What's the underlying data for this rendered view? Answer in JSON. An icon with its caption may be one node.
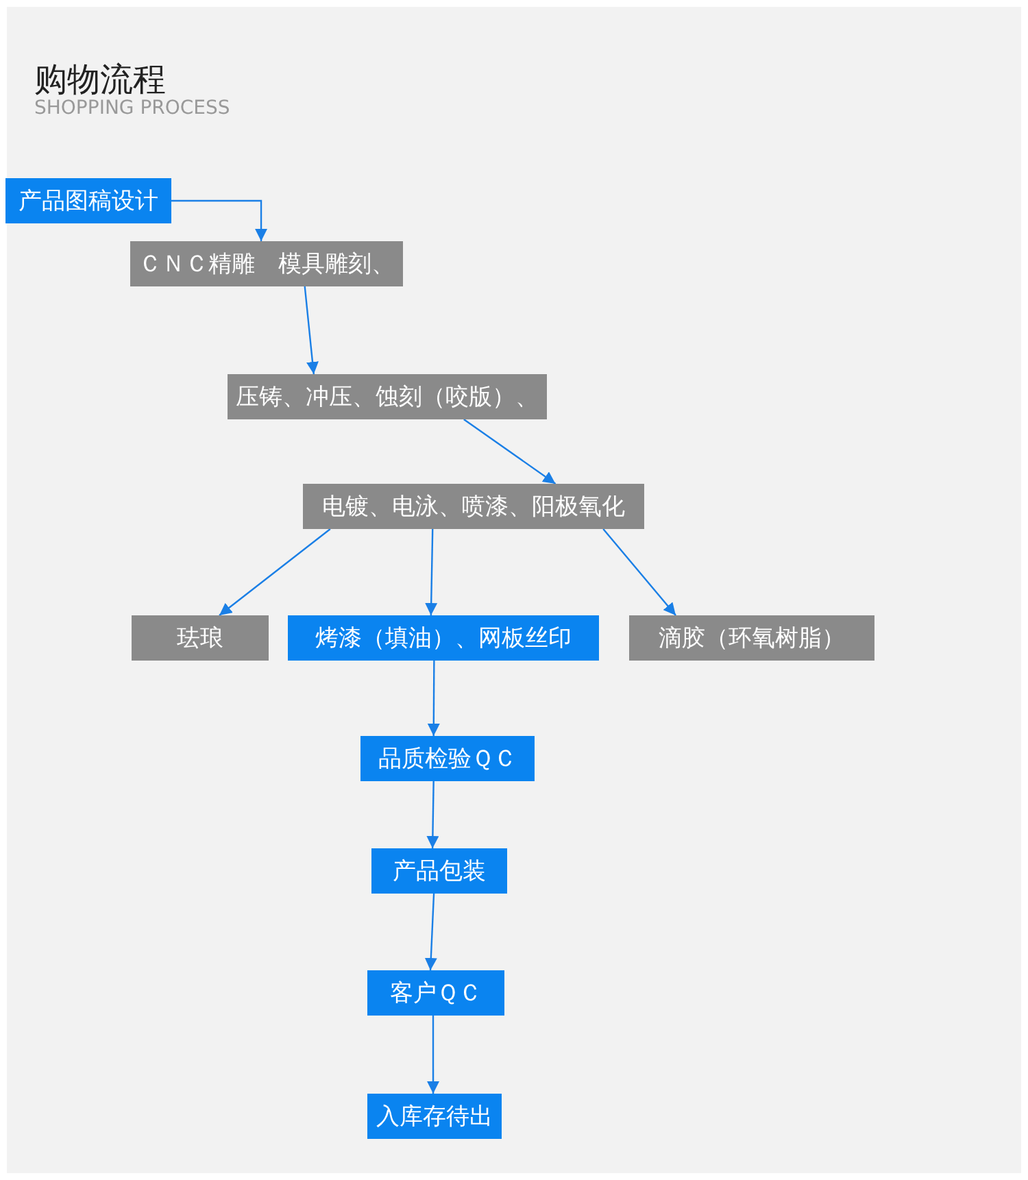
{
  "diagram": {
    "title": "购物流程",
    "caption": "SHOPPING PROCESS",
    "nodes": [
      {
        "text": [
          "产品图稿设计"
        ]
      },
      {
        "text": [
          "ＣＮＣ精雕　模具雕刻、"
        ]
      },
      {
        "text": [
          "压铸、冲压、蚀刻（咬版）、"
        ]
      },
      {
        "text": [
          "电镀、电泳、喷漆、阳极氧化"
        ]
      },
      {
        "text": [
          "珐琅"
        ]
      },
      {
        "text": [
          "烤漆（填油）、网板丝印"
        ]
      },
      {
        "text": [
          "滴胶（环氧树脂）"
        ]
      },
      {
        "text": [
          "品质检验ＱＣ"
        ]
      },
      {
        "text": [
          "产品包装"
        ]
      },
      {
        "text": [
          "客户ＱＣ"
        ]
      },
      {
        "text": [
          "入库存待出"
        ]
      }
    ],
    "edges": [
      {
        "from": 0,
        "to": 1,
        "arrow": "to"
      },
      {
        "from": 1,
        "to": 2,
        "arrow": "to"
      },
      {
        "from": 2,
        "to": 3,
        "arrow": "to"
      },
      {
        "from": 3,
        "to": 4,
        "arrow": "to"
      },
      {
        "from": 3,
        "to": 5,
        "arrow": "to"
      },
      {
        "from": 3,
        "to": 6,
        "arrow": "to"
      },
      {
        "from": 5,
        "to": 7,
        "arrow": "to"
      },
      {
        "from": 7,
        "to": 8,
        "arrow": "to"
      },
      {
        "from": 8,
        "to": 9,
        "arrow": "to"
      },
      {
        "from": 9,
        "to": 10,
        "arrow": "to"
      }
    ]
  }
}
